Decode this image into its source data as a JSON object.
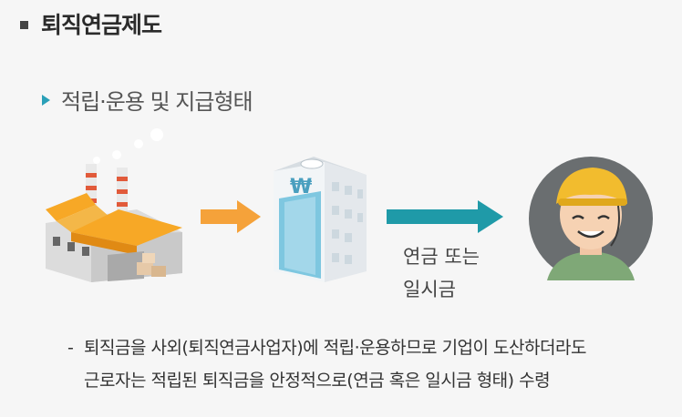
{
  "section": {
    "title": "퇴직연금제도"
  },
  "subsection": {
    "title": "적립·운용 및 지급형태"
  },
  "diagram": {
    "flow_label_line1": "연금 또는",
    "flow_label_line2": "일시금",
    "building_mark": "₩",
    "colors": {
      "orange_arrow": "#f5a23a",
      "teal_arrow": "#1f9aa8",
      "accent_triangle": "#2aa0b8"
    }
  },
  "description": {
    "dash": "-",
    "line1": "퇴직금을 사외(퇴직연금사업자)에 적립·운용하므로 기업이 도산하더라도",
    "line2": "근로자는 적립된 퇴직금을 안정적으로(연금 혹은 일시금 형태) 수령"
  }
}
